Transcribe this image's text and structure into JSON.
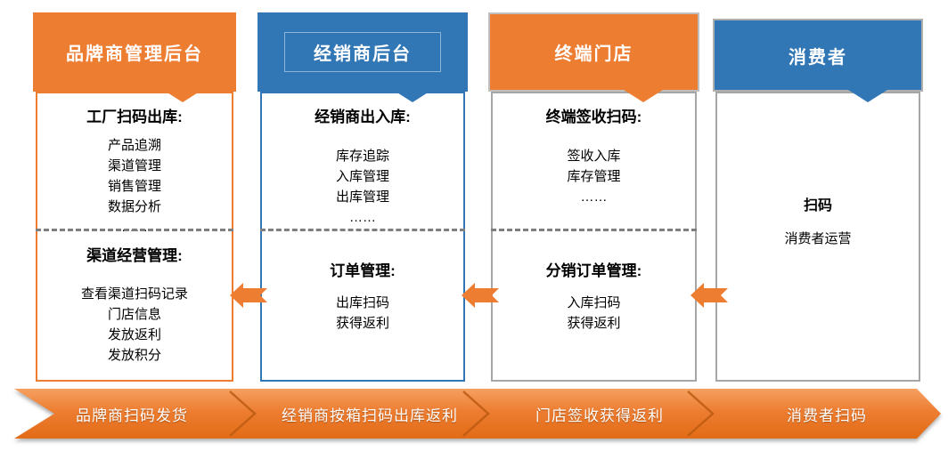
{
  "palette": {
    "orange": "#ED7D31",
    "blue": "#3176B5",
    "gray_border": "#A6A6A6",
    "dash_gray": "#7F7F7F",
    "bar_gradient_top": "#F59B57",
    "bar_gradient_bottom": "#E26B15",
    "bar_separator": "#BC5A12"
  },
  "columns": [
    {
      "header": "品牌商管理后台",
      "sections": [
        {
          "title": "工厂扫码出库:",
          "items": [
            "产品追溯",
            "渠道管理",
            "销售管理",
            "数据分析",
            "……"
          ]
        },
        {
          "title": "渠道经营管理:",
          "items": [
            "查看渠道扫码记录",
            "门店信息",
            "发放返利",
            "发放积分"
          ]
        }
      ]
    },
    {
      "header": "经销商后台",
      "sections": [
        {
          "title": "经销商出入库:",
          "items": [
            "库存追踪",
            "入库管理",
            "出库管理",
            "……"
          ]
        },
        {
          "title": "订单管理:",
          "items": [
            "出库扫码",
            "获得返利"
          ]
        }
      ]
    },
    {
      "header": "终端门店",
      "sections": [
        {
          "title": "终端签收扫码:",
          "items": [
            "签收入库",
            "库存管理",
            "……"
          ]
        },
        {
          "title": "分销订单管理:",
          "items": [
            "入库扫码",
            "获得返利"
          ]
        }
      ]
    },
    {
      "header": "消费者",
      "lines": [
        "扫码",
        "消费者运营"
      ]
    }
  ],
  "bottom_bar": {
    "segments": [
      "品牌商扫码发货",
      "经销商按箱扫码出库返利",
      "门店签收获得返利",
      "消费者扫码"
    ]
  }
}
